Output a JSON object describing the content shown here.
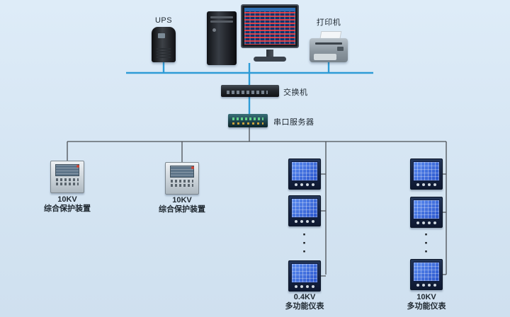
{
  "diagram": {
    "nodes": {
      "ups": {
        "label": "UPS"
      },
      "printer": {
        "label": "打印机"
      },
      "switch": {
        "label": "交换机"
      },
      "serial_server": {
        "label": "串口服务器"
      },
      "protection_left": {
        "label": "10KV\n综合保护装置"
      },
      "protection_mid": {
        "label": "10KV\n综合保护装置"
      },
      "meter_col_04kv": {
        "label": "0.4KV\n多功能仪表"
      },
      "meter_col_10kv": {
        "label": "10KV\n多功能仪表"
      }
    },
    "ellipsis": "·\n·\n·",
    "colors": {
      "background": "#d7e6f3",
      "bus_line": "#2e9cd6",
      "branch_line": "#4b4f54",
      "meter_screen": "#2f62d8"
    }
  }
}
